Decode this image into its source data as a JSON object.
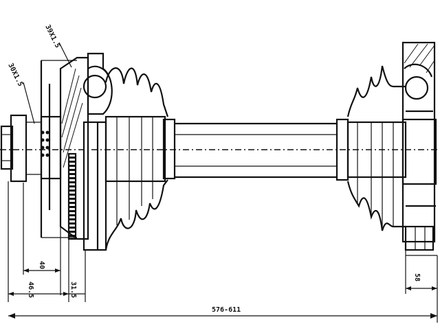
{
  "labels": {
    "thread_outer": "30X1.5",
    "thread_inner": "39X1.5",
    "dim_40": "40",
    "dim_46_5": "46.5",
    "dim_31_5": "31.5",
    "dim_length": "576-611",
    "dim_right": "58"
  },
  "colors": {
    "line": "#111111",
    "background": "#ffffff"
  }
}
